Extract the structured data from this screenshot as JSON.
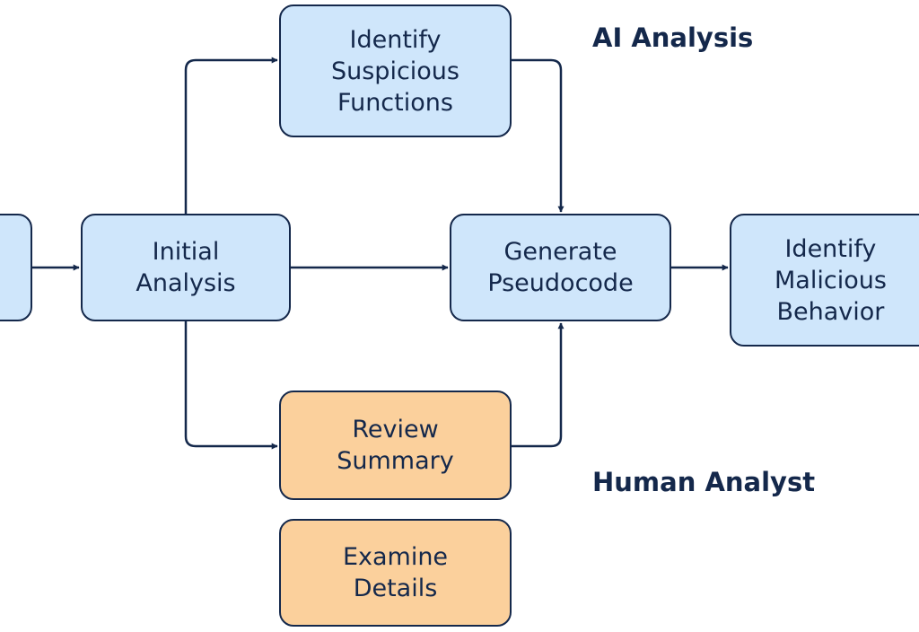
{
  "diagram": {
    "colors": {
      "ai_fill": "#cfe6fb",
      "human_fill": "#fbd09c",
      "stroke": "#14284b"
    },
    "lanes": {
      "ai_label": "AI Analysis",
      "human_label": "Human Analyst"
    },
    "nodes": {
      "source": {
        "label": ""
      },
      "initial": {
        "label": "Initial\nAnalysis"
      },
      "suspicious": {
        "label": "Identify\nSuspicious\nFunctions"
      },
      "pseudo": {
        "label": "Generate\nPseudocode"
      },
      "malicious": {
        "label": "Identify\nMalicious\nBehavior"
      },
      "review": {
        "label": "Review\nSummary"
      },
      "examine": {
        "label": "Examine\nDetails"
      }
    },
    "edges": [
      {
        "from": "source",
        "to": "initial"
      },
      {
        "from": "initial",
        "to": "suspicious"
      },
      {
        "from": "initial",
        "to": "pseudo"
      },
      {
        "from": "initial",
        "to": "review"
      },
      {
        "from": "suspicious",
        "to": "pseudo"
      },
      {
        "from": "review",
        "to": "pseudo"
      },
      {
        "from": "pseudo",
        "to": "malicious"
      }
    ]
  }
}
